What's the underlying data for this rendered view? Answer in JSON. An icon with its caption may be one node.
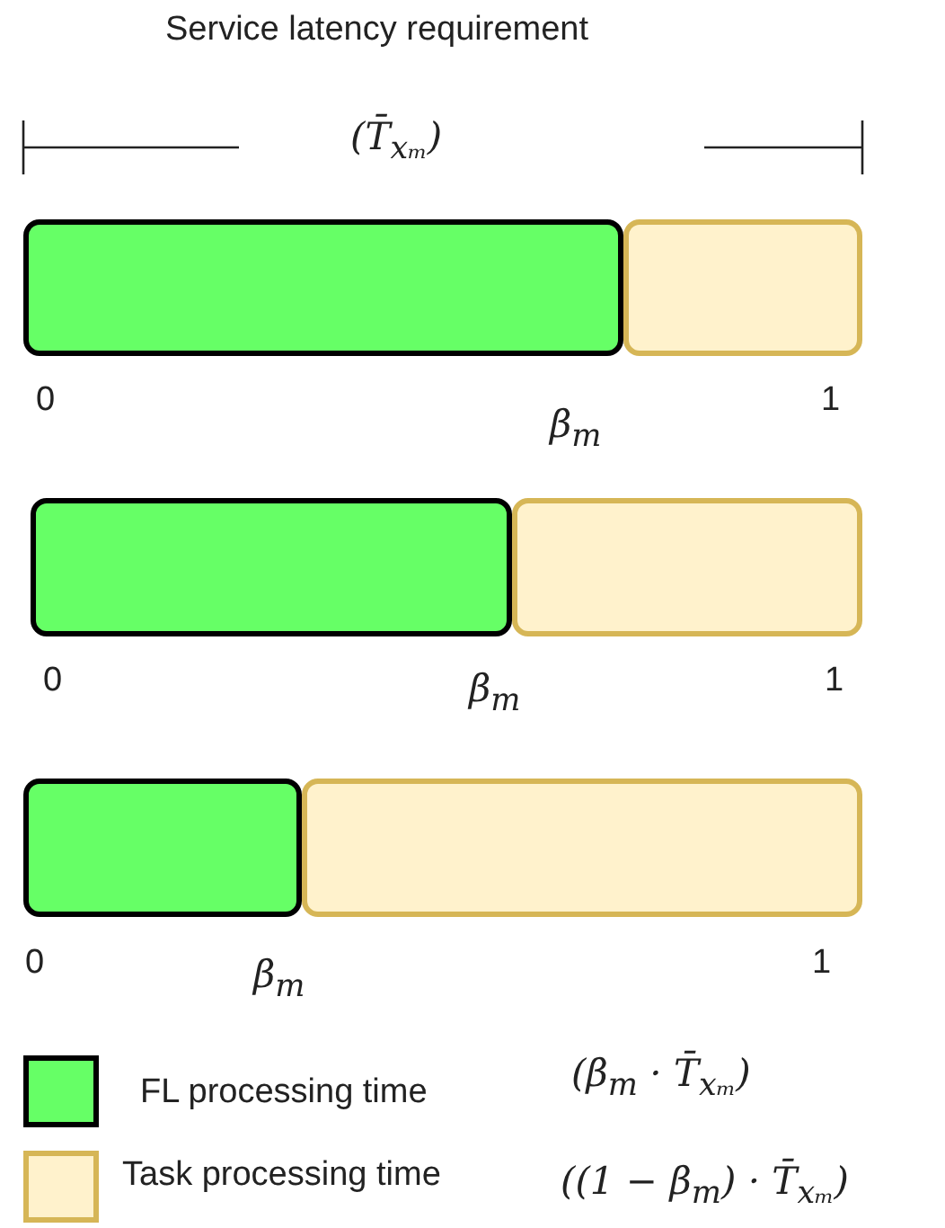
{
  "diagram": {
    "title": "Service latency requirement",
    "nodes": [
      {
        "text": [],
        "shape": "bar"
      },
      {
        "text": [],
        "shape": "bar"
      },
      {
        "text": [],
        "shape": "bar"
      },
      {
        "text": [],
        "shape": "bar"
      },
      {
        "text": [],
        "shape": "bar"
      },
      {
        "text": [],
        "shape": "bar"
      }
    ],
    "labels": [
      "(T̄$_{xₘ}$)",
      "0",
      "β$_{m}$",
      "1",
      "0",
      "β$_{m}$",
      "1",
      "0",
      "β$_{m}$",
      "1",
      "(β$_{m}$ · T̄$_{xₘ}$)",
      "((1 − β$_{m}$) · T̄$_{xₘ}$)"
    ],
    "legend": [
      {
        "text": "FL processing time",
        "color": "#66ff66"
      },
      {
        "text": "Task processing time",
        "color": "#fff2cc"
      }
    ]
  }
}
